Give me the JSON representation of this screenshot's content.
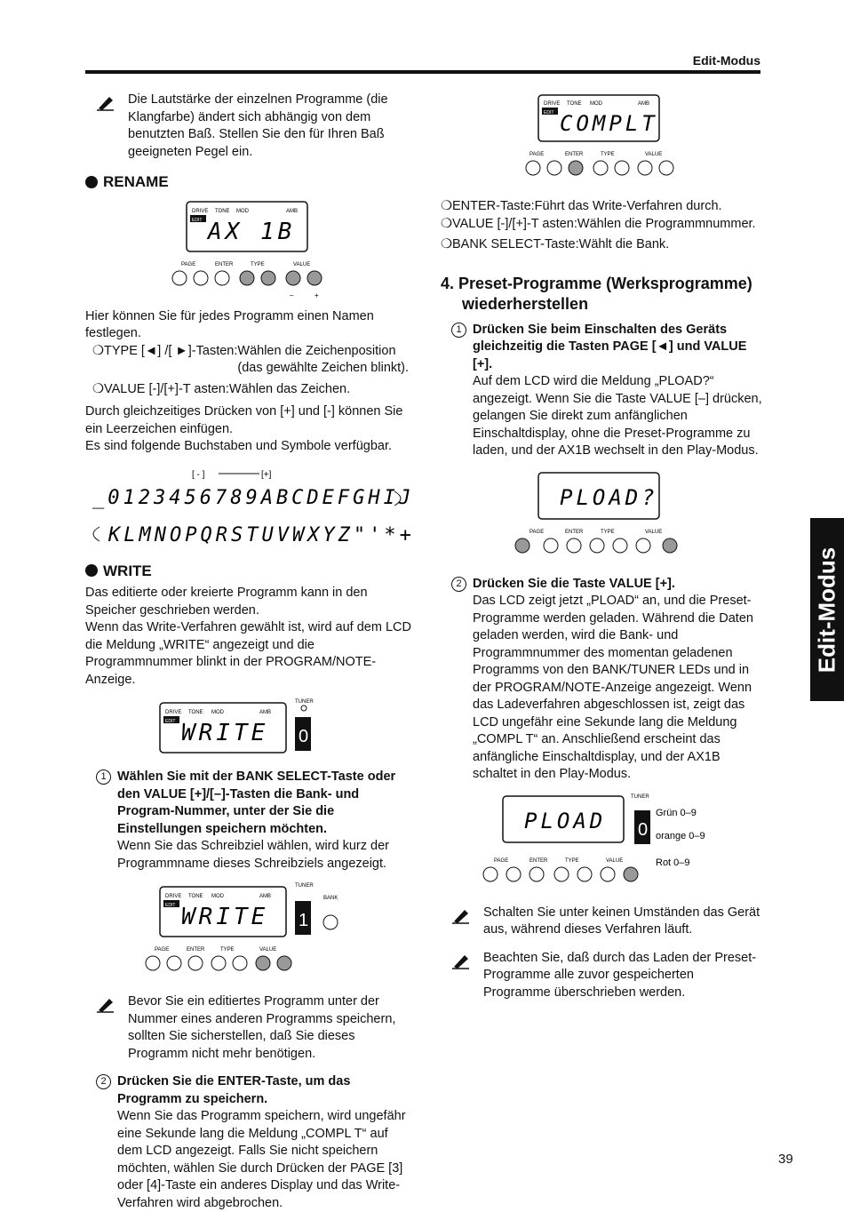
{
  "header": {
    "title": "Edit-Modus"
  },
  "side_tab": {
    "label": "Edit-Modus"
  },
  "page_number": "39",
  "left": {
    "note1": "Die Lautstärke der einzelnen Programme (die Klangfarbe) ändert sich abhängig von dem benutzten Baß. Stellen Sie den für Ihren Baß geeigneten Pegel ein.",
    "rename_heading": "RENAME",
    "rename_lcd": "AX 1B",
    "rename_intro": "Hier können Sie für jedes Programm einen Namen festlegen.",
    "type_key": "❍TYPE [◄] /[ ►]-Tasten:",
    "type_val": "Wählen die Zeichenposition (das gewählte Zeichen blinkt).",
    "value_key": "❍VALUE [-]/[+]-T asten:",
    "value_val": "Wählen das Zeichen.",
    "space_text": "Durch gleichzeitiges Drücken von [+] und [-] können Sie ein Leerzeichen einfügen.",
    "chars_text": "Es sind folgende Buchstaben und Symbole verfügbar.",
    "chars_row1": "_0123456789ABCDEFGHIJ",
    "chars_row2": "KLMNOPQRSTUVWXYZ\"'*+-/",
    "chars_minus": "[ - ]",
    "chars_plus": "[+]",
    "write_heading": "WRITE",
    "write_intro": "Das editierte oder kreierte Programm kann in den Speicher geschrieben werden.",
    "write_intro2": "Wenn das Write-Verfahren gewählt ist, wird auf dem LCD die Meldung „WRITE“ angezeigt und die Programmnummer blinkt in der PROGRAM/NOTE-Anzeige.",
    "write_lcd": "WRITE",
    "step1_bold": "Wählen Sie mit der BANK SELECT-Taste oder den VALUE [+]/[–]-Tasten die Bank- und Program-Nummer, unter der Sie die Einstellungen speichern möchten.",
    "step1_text": "Wenn Sie das Schreibziel wählen, wird kurz der Programmname dieses Schreibziels angezeigt.",
    "note2": "Bevor Sie ein editiertes Programm unter der Nummer eines anderen Programms speichern, sollten Sie sicherstellen, daß Sie dieses Programm nicht mehr benötigen.",
    "step2_bold": "Drücken Sie die ENTER-Taste, um das Programm zu speichern.",
    "step2_text": "Wenn Sie das Programm speichern, wird ungefähr eine Sekunde lang die Meldung „COMPL T“ auf dem LCD angezeigt. Falls Sie nicht speichern möchten, wählen Sie durch Drücken der PAGE [3] oder [4]-Taste ein anderes Display und das Write-Verfahren wird abgebrochen."
  },
  "right": {
    "compl_lcd": "COMPLT",
    "enter_line": "❍ENTER-Taste:Führt das Write-Verfahren durch.",
    "value_key": "❍VALUE [-]/[+]-T asten:",
    "value_val": "Wählen die Programmnummer.",
    "bank_line": "❍BANK SELECT-Taste:Wählt die Bank.",
    "heading4_a": "4. Preset-Programme (Werksprogramme)",
    "heading4_b": "wiederherstellen",
    "step1_bold": "Drücken Sie beim Einschalten des Geräts gleichzeitig die Tasten PAGE [◄] und VALUE [+].",
    "step1_text": "Auf dem LCD wird die Meldung „PLOAD?“ angezeigt. Wenn Sie die Taste VALUE [–] drücken, gelangen Sie direkt zum anfänglichen Einschaltdisplay, ohne die Preset-Programme zu laden, und der AX1B wechselt in den Play-Modus.",
    "pload_q_lcd": "PLOAD?",
    "step2_bold": "Drücken Sie die Taste VALUE [+].",
    "step2_text": "Das LCD zeigt jetzt „PLOAD“ an, und die Preset-Programme werden geladen. Während die Daten geladen werden, wird die Bank- und Programmnummer des momentan geladenen Programms von den BANK/TUNER LEDs und in der PROGRAM/NOTE-Anzeige angezeigt. Wenn das Ladeverfahren abgeschlossen ist, zeigt das LCD ungefähr eine Sekunde lang die Meldung „COMPL T“ an. Anschließend erscheint das anfängliche Einschaltdisplay, und der AX1B schaltet in den Play-Modus.",
    "pload_lcd": "PLOAD",
    "green": "Grün 0–9",
    "orange": "orange 0–9",
    "red": "Rot 0–9",
    "note1": "Schalten Sie unter keinen Umständen das Gerät aus, während dieses Verfahren läuft.",
    "note2": "Beachten Sie, daß durch das Laden der Preset-Programme alle zuvor gespeicherten Programme überschrieben werden."
  },
  "device": {
    "drive": "DRIVE",
    "tone": "TONE",
    "mod": "MOD",
    "amb": "AMB",
    "edit": "EDIT",
    "page": "PAGE",
    "enter": "ENTER",
    "type": "TYPE",
    "value": "VALUE",
    "tuner": "TUNER",
    "bank": "BANK",
    "digit0": "0",
    "digit1": "1",
    "minus": "–",
    "plus": "+"
  }
}
